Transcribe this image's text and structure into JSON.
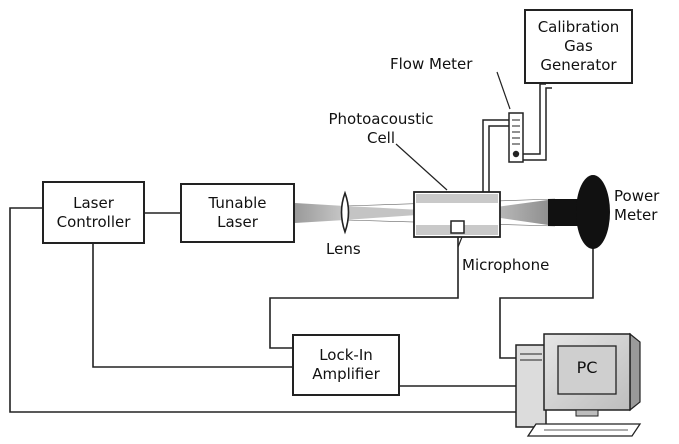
{
  "components": {
    "laser_controller": "Laser\nController",
    "tunable_laser": "Tunable\nLaser",
    "lens": "Lens",
    "photoacoustic_cell": "Photoacoustic\nCell",
    "flow_meter": "Flow Meter",
    "calibration_gas_generator": "Calibration\nGas\nGenerator",
    "power_meter": "Power\nMeter",
    "microphone": "Microphone",
    "lock_in_amplifier": "Lock-In\nAmplifier",
    "pc": "PC"
  }
}
